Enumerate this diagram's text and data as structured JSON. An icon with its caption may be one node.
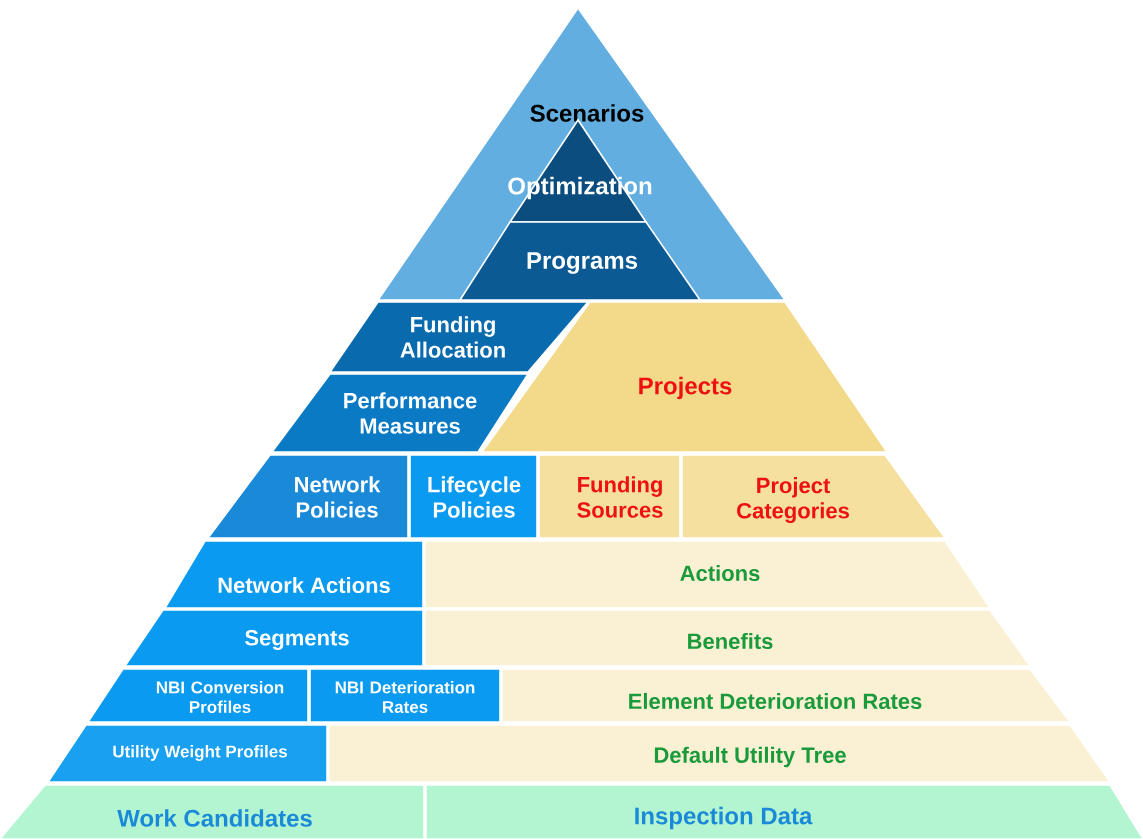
{
  "diagram": {
    "nodes": [
      {
        "text": [
          "Scenarios"
        ]
      },
      {
        "text": [
          "Optimization"
        ],
        "in": 0
      },
      {
        "text": [
          "Programs"
        ],
        "in": 0
      },
      {
        "text": [
          "Funding Allocation"
        ]
      },
      {
        "text": [
          "Performance Measures"
        ]
      },
      {
        "text": [
          "Projects"
        ]
      },
      {
        "text": [
          "Network Policies"
        ]
      },
      {
        "text": [
          "Lifecycle Policies"
        ]
      },
      {
        "text": [
          "Funding Sources"
        ]
      },
      {
        "text": [
          "Project Categories"
        ]
      },
      {
        "text": [
          "Network Actions"
        ]
      },
      {
        "text": [
          "Actions"
        ]
      },
      {
        "text": [
          "Segments"
        ]
      },
      {
        "text": [
          "Benefits"
        ]
      },
      {
        "text": [
          "NBI Conversion Profiles"
        ]
      },
      {
        "text": [
          "NBI Deterioration Rates"
        ]
      },
      {
        "text": [
          "Element Deterioration Rates"
        ]
      },
      {
        "text": [
          "Utility Weight Profiles"
        ]
      },
      {
        "text": [
          "Default Utility Tree"
        ]
      },
      {
        "text": [
          "Work Candidates"
        ]
      },
      {
        "text": [
          "Inspection Data"
        ]
      }
    ]
  }
}
